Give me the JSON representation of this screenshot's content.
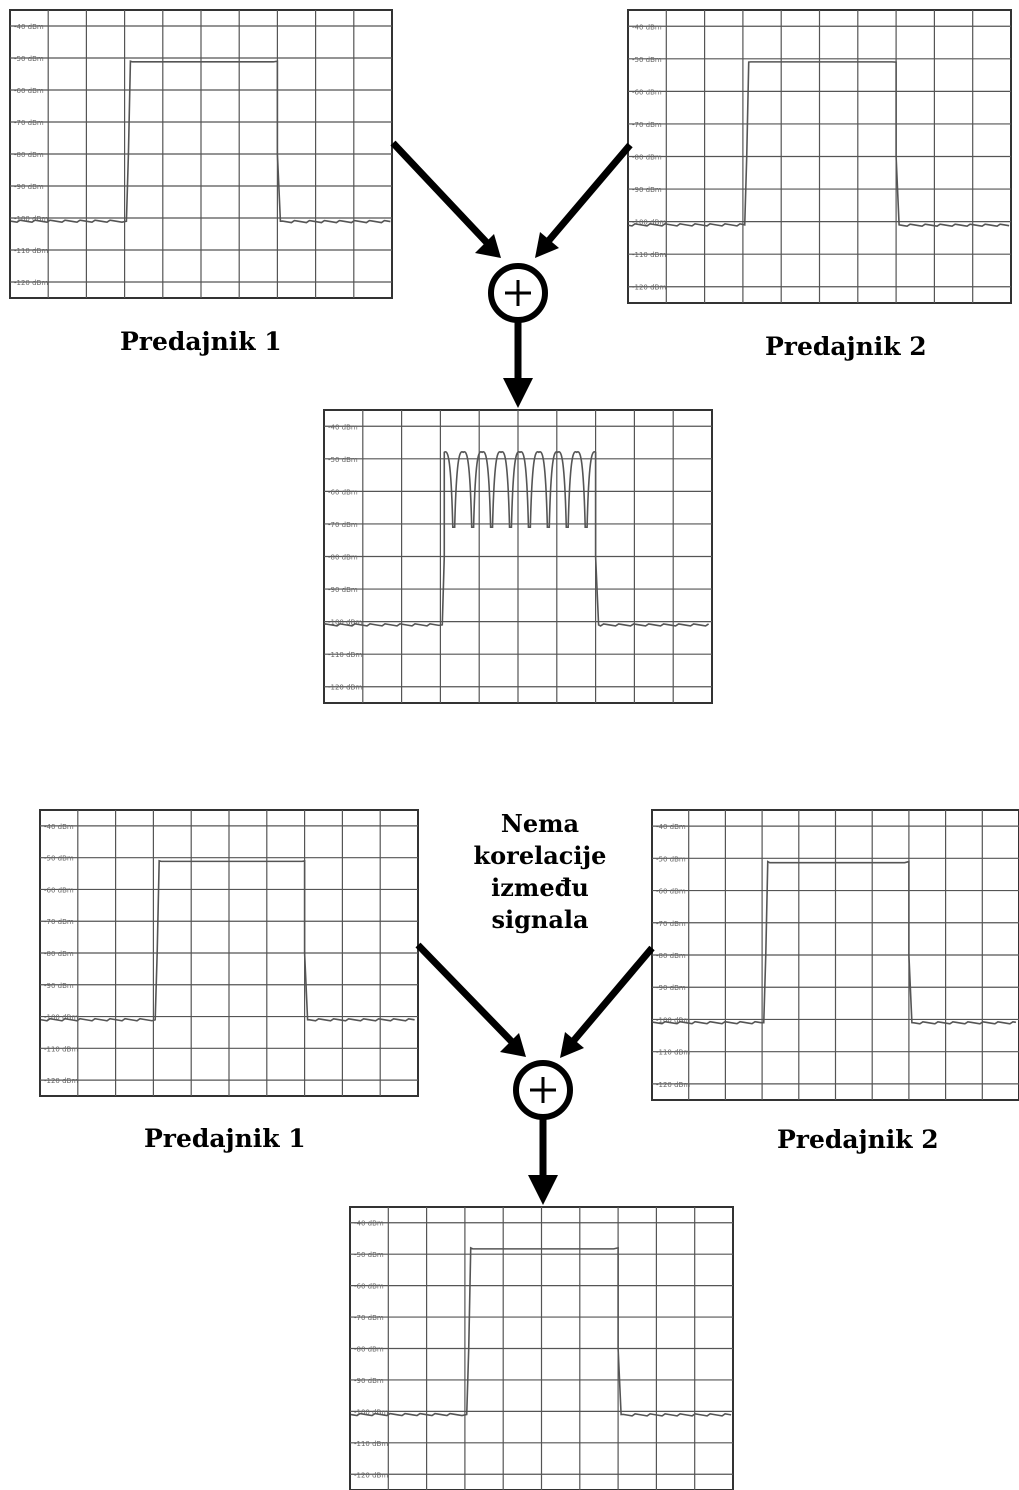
{
  "top": {
    "left_label": "Predajnik 1",
    "right_label": "Predajnik 2",
    "operator": "+",
    "output_shape": "ripple"
  },
  "bottom": {
    "note_lines": [
      "Nema",
      "korelacije",
      "između",
      "signala"
    ],
    "left_label": "Predajnik 1",
    "right_label": "Predajnik 2",
    "operator": "+",
    "output_shape": "flat"
  },
  "plot": {
    "y_ticks": [
      "-40 dBm",
      "-50 dBm",
      "-60 dBm",
      "-70 dBm",
      "-80 dBm",
      "-90 dBm",
      "-100 dBm",
      "-110 dBm",
      "-120 dBm"
    ]
  },
  "chart_data": [
    {
      "type": "line",
      "name": "Predajnik 1 (top)",
      "ylim": [
        -125,
        -35
      ],
      "band_level_dBm": -51,
      "noise_floor_dBm": -101
    },
    {
      "type": "line",
      "name": "Predajnik 2 (top)",
      "ylim": [
        -125,
        -35
      ],
      "band_level_dBm": -51,
      "noise_floor_dBm": -101
    },
    {
      "type": "line",
      "name": "Sum (correlated)",
      "ylim": [
        -125,
        -35
      ],
      "band_peak_dBm": -48,
      "band_null_dBm": -71,
      "ripples": 8,
      "noise_floor_dBm": -101
    },
    {
      "type": "line",
      "name": "Predajnik 1 (bottom)",
      "ylim": [
        -125,
        -35
      ],
      "band_level_dBm": -51,
      "noise_floor_dBm": -101
    },
    {
      "type": "line",
      "name": "Predajnik 2 (bottom)",
      "ylim": [
        -125,
        -35
      ],
      "band_level_dBm": -51,
      "noise_floor_dBm": -101
    },
    {
      "type": "line",
      "name": "Sum (uncorrelated)",
      "ylim": [
        -125,
        -35
      ],
      "band_level_dBm": -48,
      "noise_floor_dBm": -101
    }
  ],
  "colors": {
    "grid": "#555555",
    "frame": "#333333",
    "trace": "#555555",
    "arrow": "#000000"
  }
}
